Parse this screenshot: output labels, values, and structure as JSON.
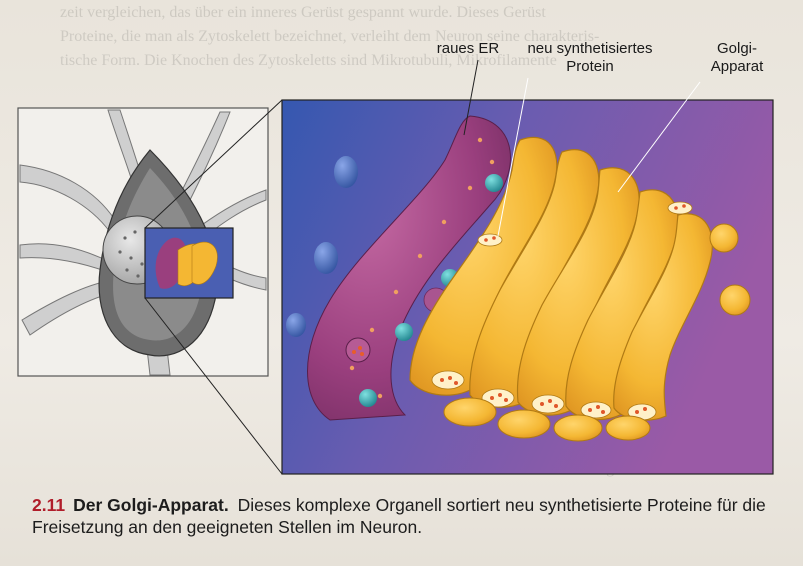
{
  "labels": {
    "rough_er": "raues ER",
    "new_protein": "neu synthetisiertes Protein",
    "golgi": "Golgi-Apparat"
  },
  "caption": {
    "number": "2.11",
    "title": "Der Golgi-Apparat.",
    "text": "Dieses komplexe Organell sortiert neu synthetisierte Proteine für die Freisetzung an den geeigneten Stellen im Neuron."
  },
  "colors": {
    "caption_number": "#b01d2a",
    "golgi_fill": "#f4b733",
    "er_fill": "#9a3f7e",
    "panel_blue": "#3d63b8",
    "panel_purple": "#8a4f9e"
  }
}
